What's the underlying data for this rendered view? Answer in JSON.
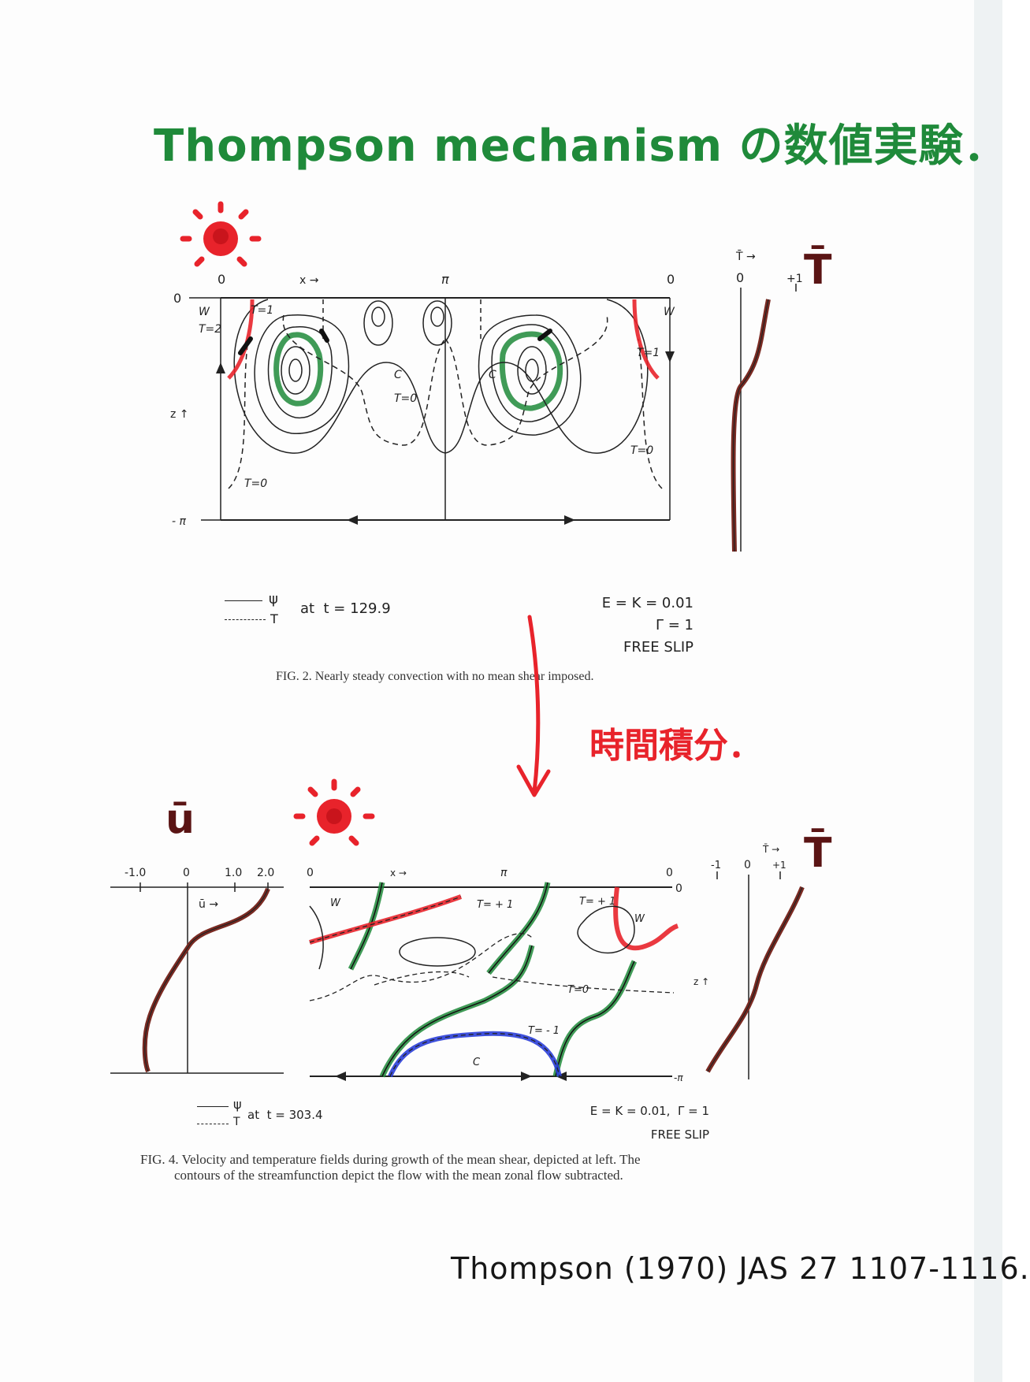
{
  "title": "Thompson mechanism の数値実験．",
  "annotation_time_integration": "時間積分．",
  "reference": "Thompson (1970) JAS 27 1107-1116.",
  "fig2": {
    "caption": "FIG. 2. Nearly steady convection with no mean shear imposed.",
    "legend_psi": "ψ",
    "legend_T": "T",
    "legend_time": "at  t = 129.9",
    "params": [
      "E = K = 0.01",
      "Γ = 1",
      "FREE SLIP"
    ],
    "x_axis": "x →",
    "z_axis": "z ↑",
    "tick_x0": "0",
    "tick_xpi": "π",
    "tick_x0b": "0",
    "tick_z0": "0",
    "tick_zmpi": "- π",
    "labels": {
      "W_left": "W",
      "W_right": "W",
      "T2": "T=2",
      "T1_left": "T=1",
      "T1_right": "T=1",
      "C_left": "C",
      "C_right": "C",
      "T0_center": "T=0",
      "T0_left": "T=0",
      "T0_right": "T=0"
    },
    "profile_label": "T̄ →",
    "profile_tick0": "0",
    "profile_tick1": "+1",
    "big_label": "T̄"
  },
  "fig4": {
    "caption_line1": "FIG. 4. Velocity and temperature fields during growth of the mean shear, depicted at left. The",
    "caption_line2": "contours of the streamfunction depict the flow with the mean zonal flow subtracted.",
    "legend_psi": "ψ",
    "legend_T": "T",
    "legend_time": "at  t = 303.4",
    "params": [
      "E = K = 0.01,  Γ = 1",
      "FREE SLIP"
    ],
    "x_axis": "x →",
    "z_axis": "z ↑",
    "tick_x0": "0",
    "tick_xpi": "π",
    "tick_x0b": "0",
    "tick_z0": "0",
    "tick_zmpi": "-π",
    "labels": {
      "W_left": "W",
      "W_right": "W",
      "Tp1_left": "T= + 1",
      "Tp1_right": "T= + 1",
      "T0": "T=0",
      "Tm1": "T= - 1",
      "C": "C"
    },
    "u_profile_ticks": [
      "-1.0",
      "0",
      "1.0",
      "2.0"
    ],
    "u_profile_label": "ū →",
    "u_big_label": "ū",
    "T_profile_ticks": [
      "-1",
      "0",
      "+1"
    ],
    "T_profile_label": "T̄ →",
    "T_big_label": "T̄"
  },
  "colors": {
    "green_marker": "#1f8a3a",
    "red_marker": "#e8232b",
    "blue_marker": "#2a3ed8",
    "brown_marker": "#7a2a22",
    "ink": "#222222"
  }
}
